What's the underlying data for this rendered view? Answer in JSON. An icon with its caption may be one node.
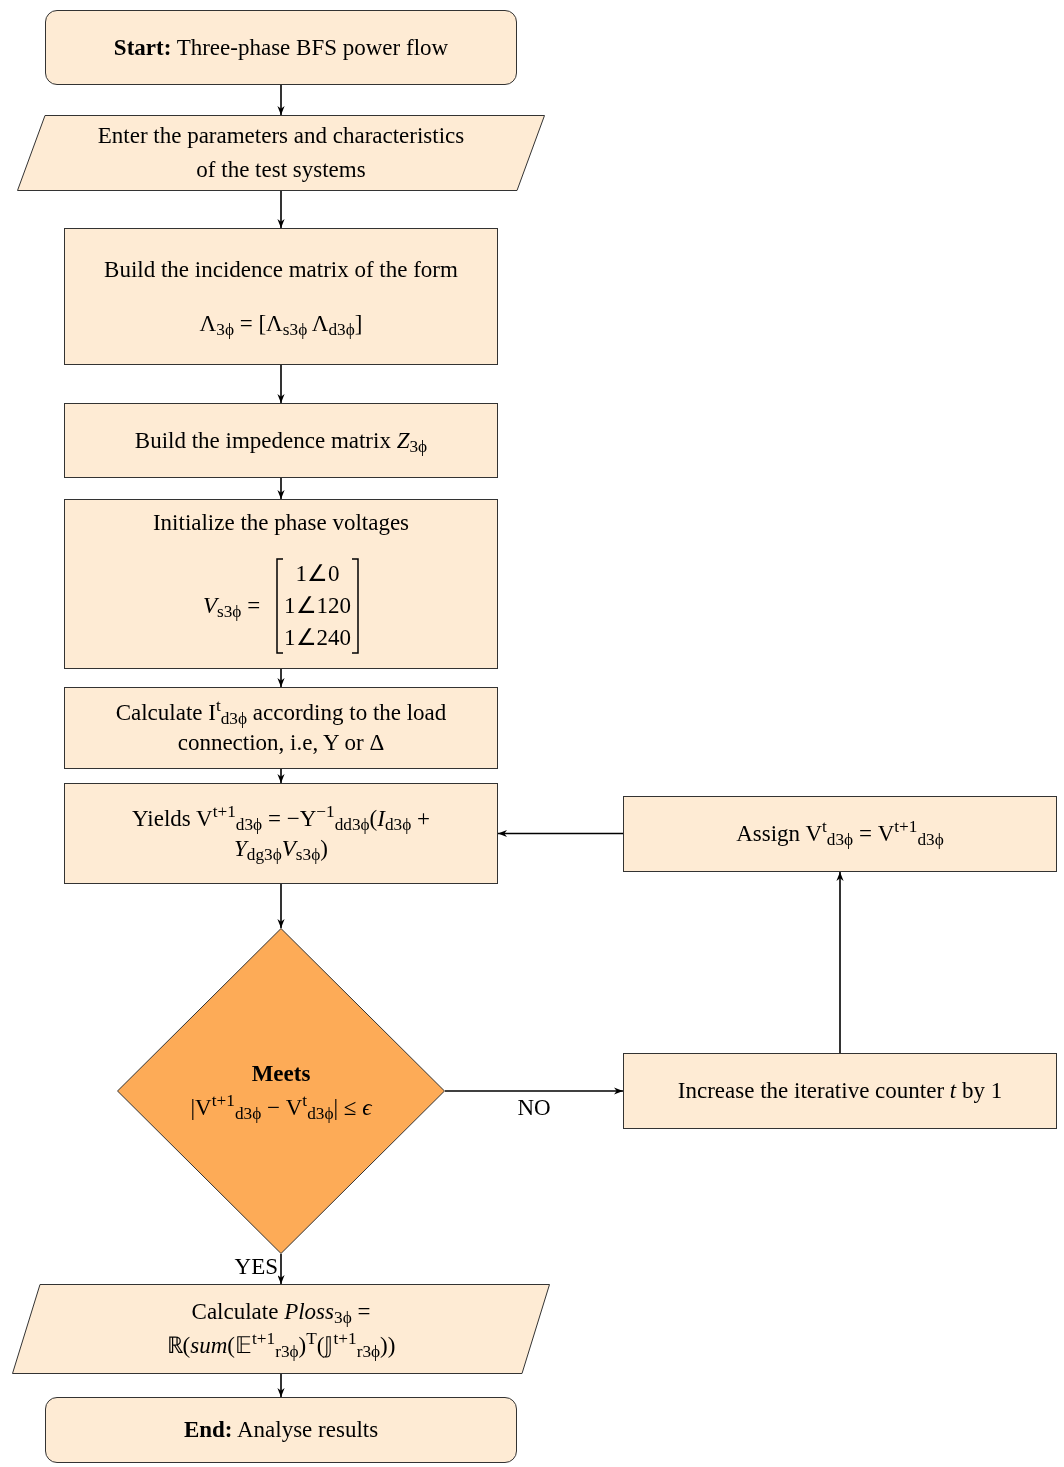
{
  "diagram": {
    "nodes": [
      {
        "text": [
          "**Start:** Three-phase BFS power flow"
        ]
      },
      {
        "text": [
          "Enter the parameters and characteristics of the test systems"
        ]
      },
      {
        "text": [
          "Build the incidence matrix of the form",
          "Λ$_{3ϕ}$ = [Λ$_{s3ϕ}$   Λ$_{d3ϕ}$]"
        ]
      },
      {
        "text": [
          "Build the impedence matrix *Z*$_{3ϕ}$"
        ]
      },
      {
        "text": [
          "Initialize the phase voltages",
          "*V*$_{s3ϕ}$ =",
          "1∠0",
          "1∠120",
          "1∠240"
        ]
      },
      {
        "text": [
          "Calculate I$^{t}$$_{d3ϕ}$ according to the load connection, i.e, Y or Δ"
        ]
      },
      {
        "text": [
          "Yields V$^{t+1}$$_{d3ϕ}$ = −Y$^{−1}$$_{dd3ϕ}$(*I*$_{d3ϕ}$ + *Y*$_{dg3ϕ}$*V*$_{s3ϕ}$)"
        ]
      },
      {
        "text": [
          "Assign V$^{t}$$_{d3ϕ}$ = V$^{t+1}$$_{d3ϕ}$"
        ]
      },
      {
        "text": [
          "Meets",
          "|V$^{t+1}$$_{d3ϕ}$ − V$^{t}$$_{d3ϕ}$| ≤ *ϵ*"
        ]
      },
      {
        "text": [
          "Increase the iterative counter *t* by 1"
        ]
      },
      {
        "text": [
          "Calculate *Ploss*$_{3ϕ}$ = ℝ(*sum*(𝔼$^{t+1}$$_{r3ϕ}$)$^{T}$(𝕁$^{t+1}$$_{r3ϕ}$))"
        ]
      },
      {
        "text": [
          "**End:** Analyse results"
        ]
      }
    ],
    "edges": [
      {
        "from": 0,
        "to": 1,
        "arrow": "to"
      },
      {
        "from": 1,
        "to": 2,
        "arrow": "to"
      },
      {
        "from": 2,
        "to": 3,
        "arrow": "to"
      },
      {
        "from": 3,
        "to": 4,
        "arrow": "to"
      },
      {
        "from": 4,
        "to": 5,
        "arrow": "to"
      },
      {
        "from": 5,
        "to": 6,
        "arrow": "to"
      },
      {
        "from": 6,
        "to": 8,
        "arrow": "to"
      },
      {
        "from": 8,
        "to": 9,
        "arrow": "to",
        "label": "NO"
      },
      {
        "from": 9,
        "to": 7,
        "arrow": "to"
      },
      {
        "from": 7,
        "to": 6,
        "arrow": "to"
      },
      {
        "from": 8,
        "to": 10,
        "arrow": "to",
        "label": "YES"
      },
      {
        "from": 10,
        "to": 11,
        "arrow": "to"
      }
    ]
  }
}
